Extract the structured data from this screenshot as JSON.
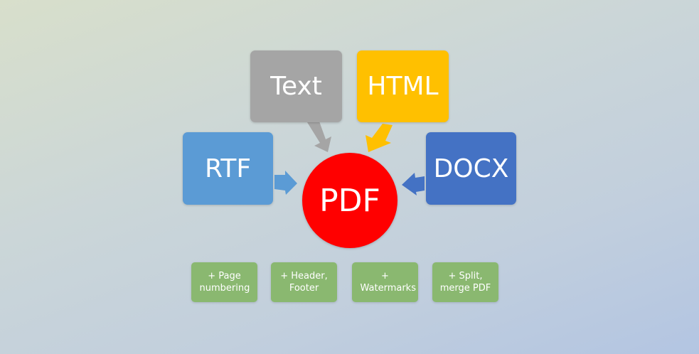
{
  "diagram": {
    "inputs": [
      {
        "id": "text",
        "label": "Text",
        "color": "#a5a5a5"
      },
      {
        "id": "html",
        "label": "HTML",
        "color": "#ffc000"
      },
      {
        "id": "rtf",
        "label": "RTF",
        "color": "#5b9bd5"
      },
      {
        "id": "docx",
        "label": "DOCX",
        "color": "#4472c4"
      }
    ],
    "output": {
      "label": "PDF",
      "color": "#ff0000"
    },
    "features": [
      {
        "label": "+ Page numbering",
        "color": "#8ab870"
      },
      {
        "label": "+ Header, Footer",
        "color": "#8ab870"
      },
      {
        "label": "+ Watermarks",
        "color": "#8ab870"
      },
      {
        "label": "+ Split, merge PDF",
        "color": "#8ab870"
      }
    ]
  }
}
